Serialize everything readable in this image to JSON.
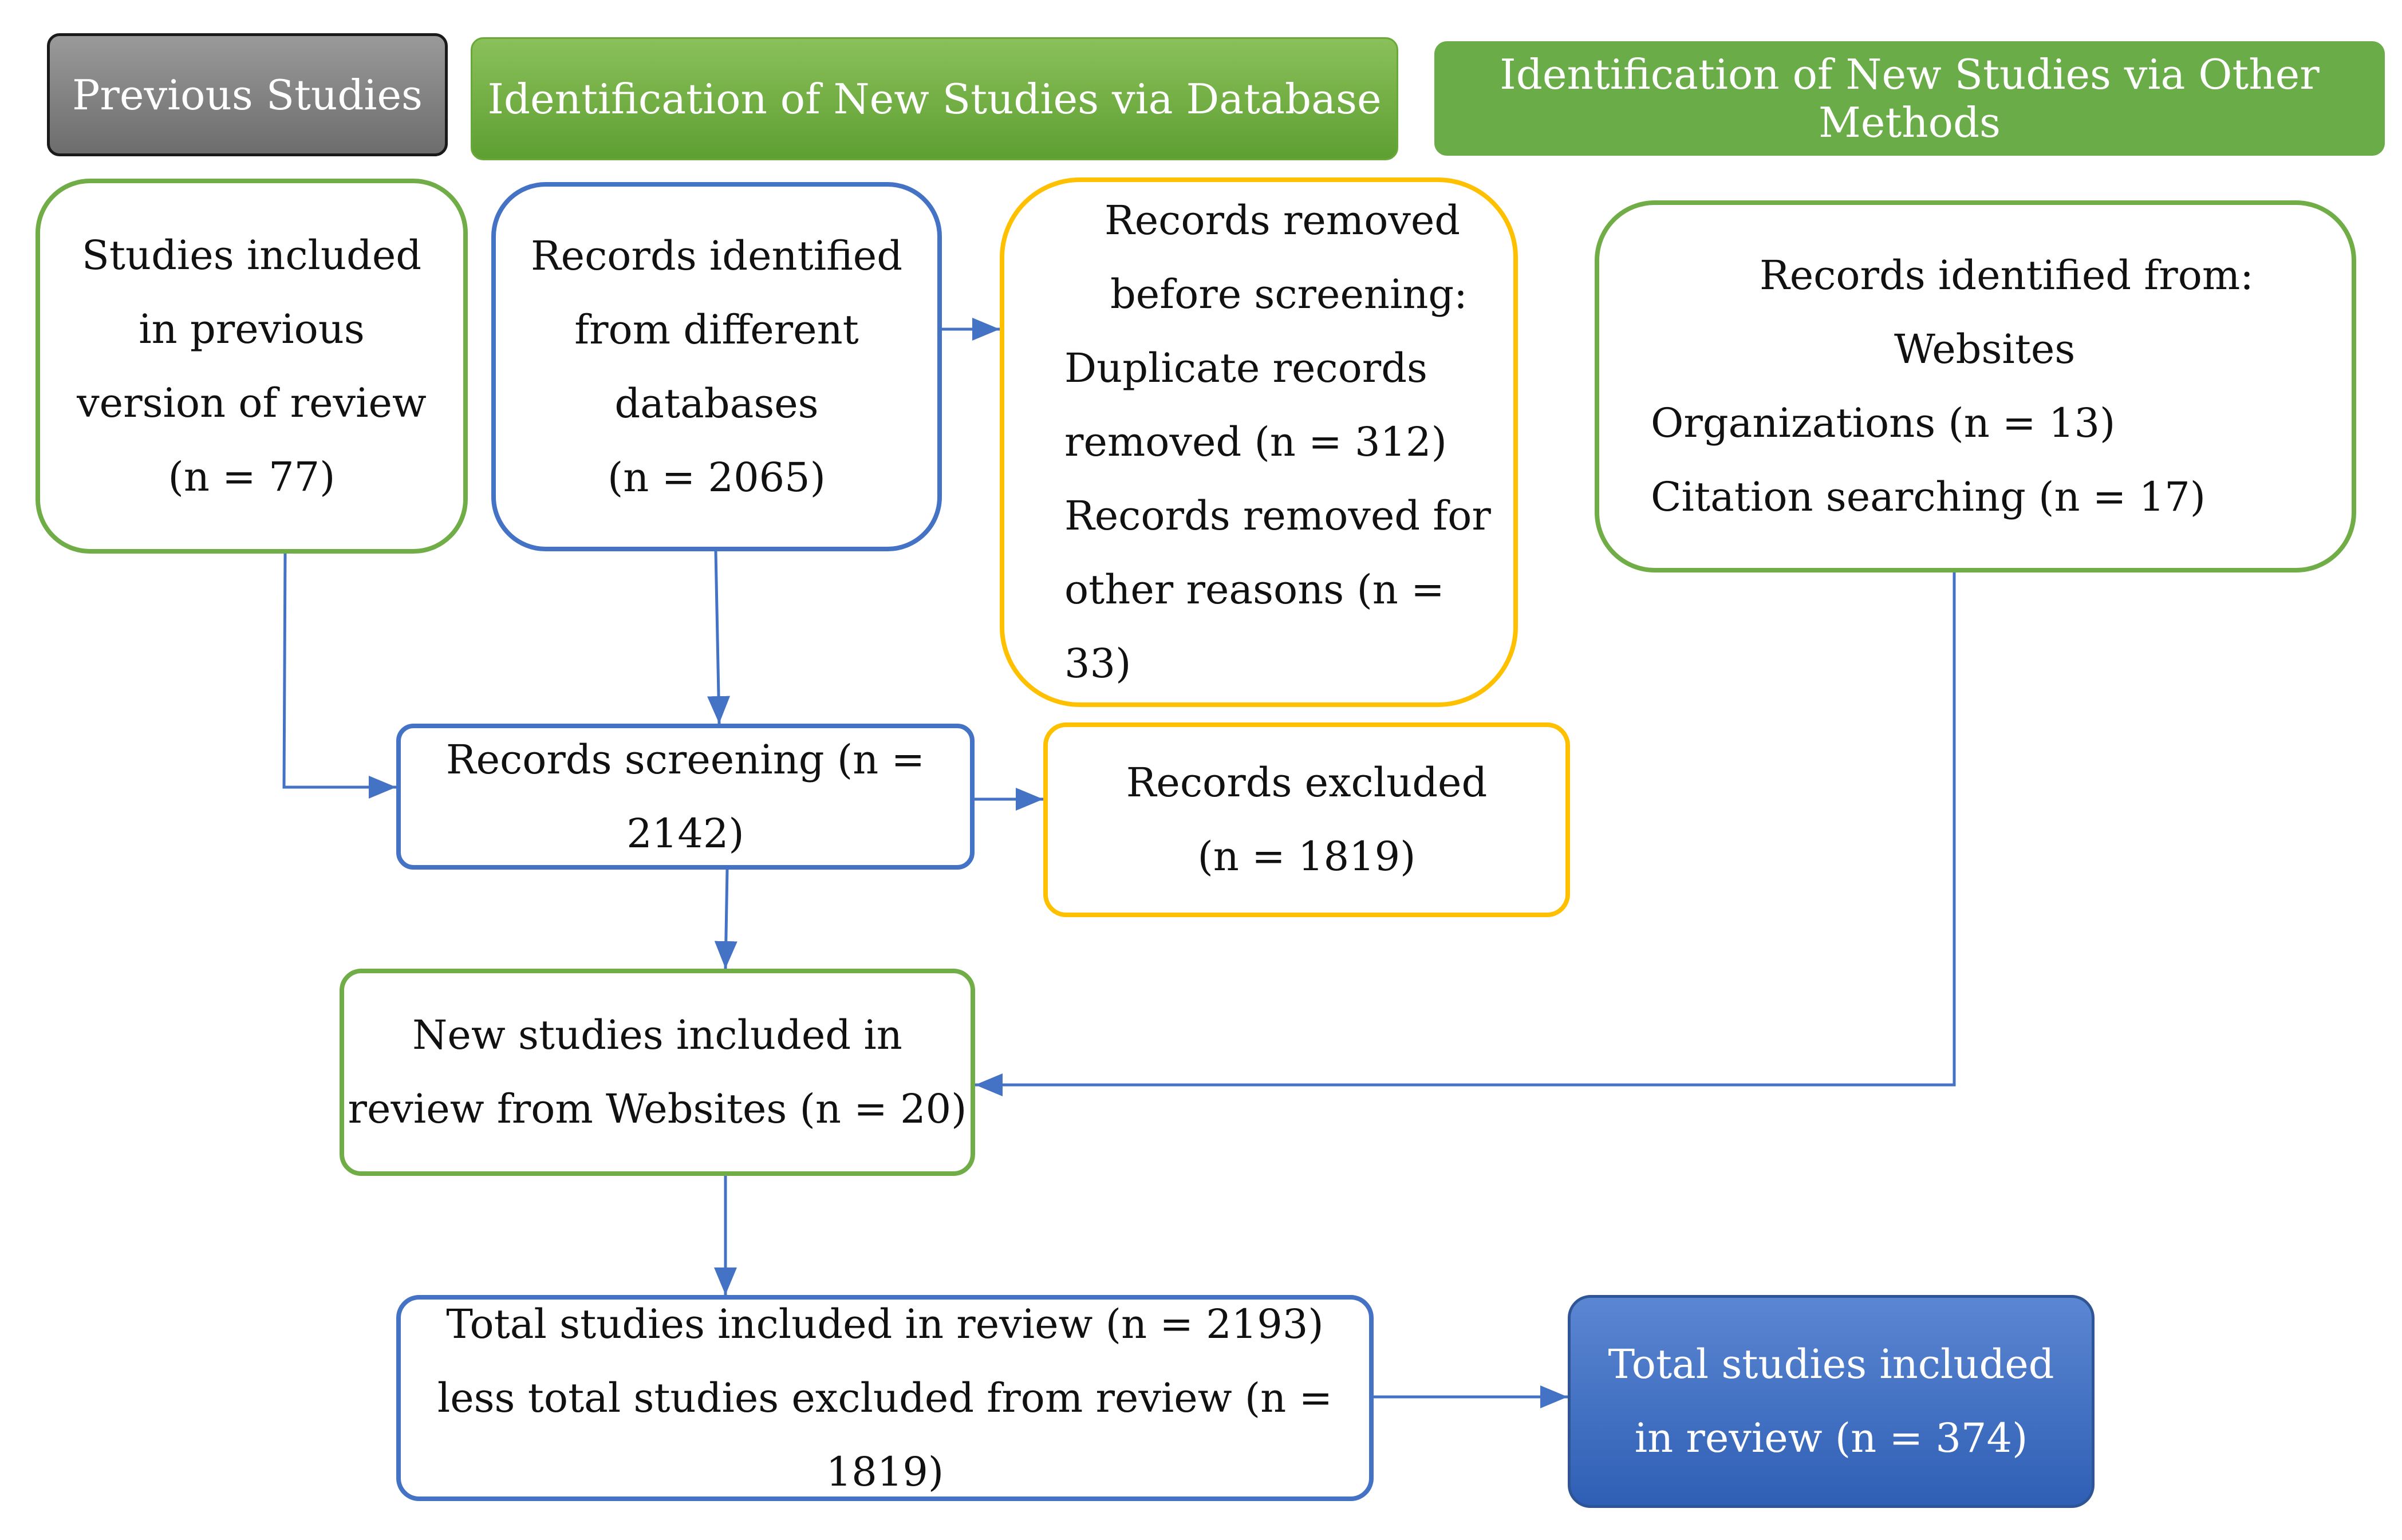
{
  "headers": {
    "previous": "Previous Studies",
    "database": "Identification of New Studies via Database",
    "other": "Identification of New Studies via Other Methods"
  },
  "boxes": {
    "previous_included": [
      "Studies included",
      "in previous",
      "version of review",
      "(n = 77)"
    ],
    "records_identified": [
      "Records identified",
      "from different",
      "databases",
      "(n = 2065)"
    ],
    "records_removed": [
      "Records removed",
      "before screening:",
      "Duplicate records",
      "removed (n = 312)",
      "Records removed for",
      "other reasons (n = 33)"
    ],
    "other_identified": [
      "Records identified from:",
      "Websites",
      "Organizations (n = 13)",
      "Citation searching (n = 17)"
    ],
    "screening": "Records screening (n = 2142)",
    "excluded": [
      "Records excluded",
      "(n = 1819)"
    ],
    "new_included": [
      "New studies included in",
      "review from Websites (n = 20)"
    ],
    "total_calc": [
      "Total studies included in review (n = 2193)",
      "less total studies excluded from review (n = 1819)"
    ],
    "total_final": [
      "Total studies included",
      "in review (n = 374)"
    ]
  },
  "colors": {
    "green": "#70ad47",
    "blue": "#4472c4",
    "yellow": "#ffc000",
    "gray": "#7f7f7f"
  }
}
